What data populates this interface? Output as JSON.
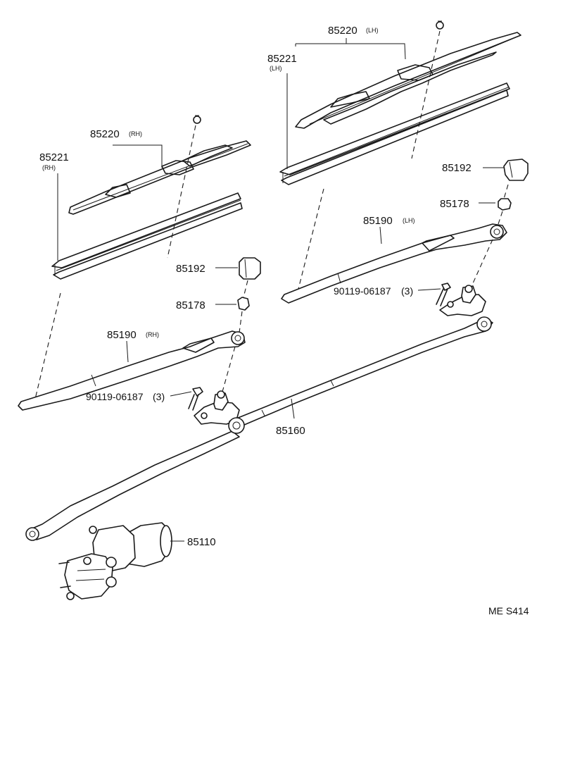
{
  "figure_code": "ME S414",
  "labels": {
    "blade_lh": "85220",
    "blade_lh_side": "(LH)",
    "insert_lh": "85221",
    "insert_lh_side": "(LH)",
    "blade_rh": "85220",
    "blade_rh_side": "(RH)",
    "insert_rh": "85221",
    "insert_rh_side": "(RH)",
    "cap_lh": "85192",
    "nut_lh": "85178",
    "arm_lh": "85190",
    "arm_lh_side": "(LH)",
    "bolt_lh": "90119-06187",
    "bolt_lh_qty": "(3)",
    "cap_rh": "85192",
    "nut_rh": "85178",
    "arm_rh": "85190",
    "arm_rh_side": "(RH)",
    "bolt_rh": "90119-06187",
    "bolt_rh_qty": "(3)",
    "link": "85160",
    "motor": "85110"
  }
}
